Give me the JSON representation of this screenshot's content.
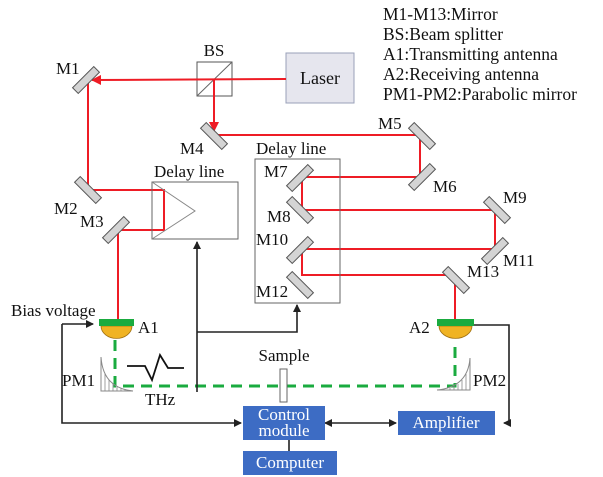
{
  "legend": [
    "M1-M13:Mirror",
    "BS:Beam splitter",
    "A1:Transmitting antenna",
    "A2:Receiving antenna",
    "PM1-PM2:Parabolic mirror"
  ],
  "components": {
    "laser": "Laser",
    "beam_splitter": "BS",
    "delay_line_1": "Delay line",
    "delay_line_2": "Delay line",
    "bias_voltage": "Bias voltage",
    "a1": "A1",
    "a2": "A2",
    "pm1": "PM1",
    "pm2": "PM2",
    "thz": "THz",
    "sample": "Sample",
    "control_module_line1": "Control",
    "control_module_line2": "module",
    "computer": "Computer",
    "amplifier": "Amplifier"
  },
  "mirrors": {
    "m1": "M1",
    "m2": "M2",
    "m3": "M3",
    "m4": "M4",
    "m5": "M5",
    "m6": "M6",
    "m7": "M7",
    "m8": "M8",
    "m9": "M9",
    "m10": "M10",
    "m11": "M11",
    "m12": "M12",
    "m13": "M13"
  },
  "colors": {
    "laser_beam": "#ee1c25",
    "thz_beam": "#1aab3f",
    "block_fill": "#3d6cc4",
    "antenna_top": "#1aab3f",
    "antenna_lens": "#f0b323",
    "laser_box": "#e6e6ee"
  }
}
